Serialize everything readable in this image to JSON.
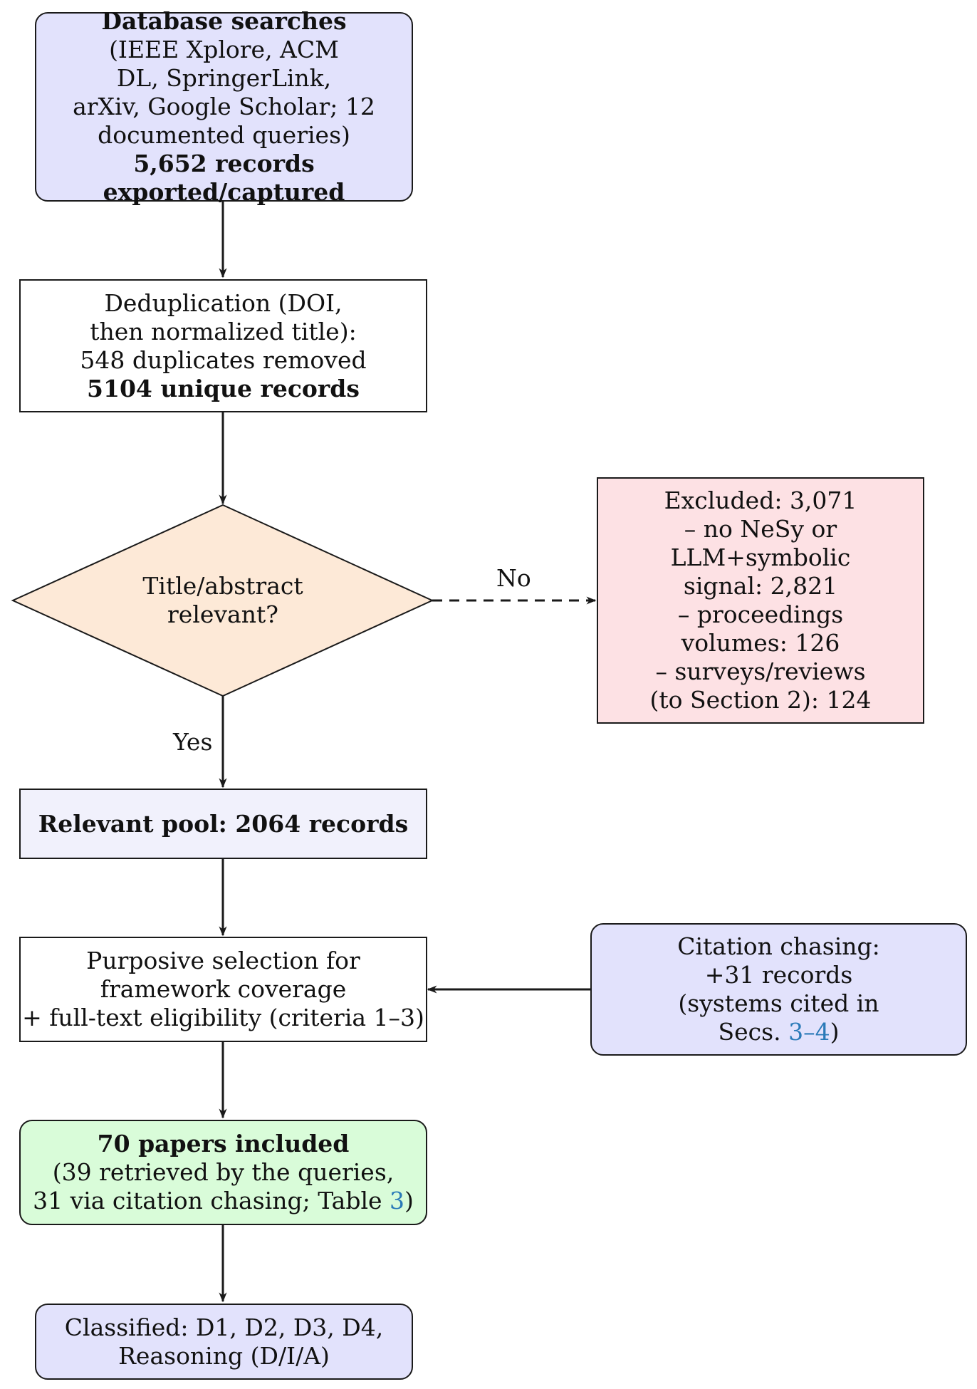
{
  "db_box": {
    "title": "Database searches",
    "lines": [
      "(IEEE Xplore, ACM",
      "DL, SpringerLink,",
      "arXiv, Google Scholar; 12",
      "documented queries)"
    ],
    "count": "5,652 records exported/captured"
  },
  "dedup_box": {
    "lines": [
      "Deduplication (DOI,",
      "then normalized title):",
      "548 duplicates removed"
    ],
    "count": "5104 unique records"
  },
  "decision": {
    "lines": [
      "Title/abstract",
      "relevant?"
    ],
    "yes_label": "Yes",
    "no_label": "No"
  },
  "excluded_box": {
    "lines": [
      "Excluded: 3,071",
      "– no NeSy or",
      "LLM+symbolic",
      "signal: 2,821",
      "– proceedings",
      "volumes: 126",
      "– surveys/reviews",
      "(to Section 2): 124"
    ]
  },
  "relevant_box": {
    "text": "Relevant pool: 2064 records"
  },
  "purposive_box": {
    "lines": [
      "Purposive selection for",
      "framework coverage",
      "+ full-text eligibility (criteria 1–3)"
    ]
  },
  "citation_box": {
    "lines": [
      "Citation chasing:",
      "+31 records",
      "(systems cited in"
    ],
    "secs_prefix": "Secs. ",
    "secs_from": "3",
    "secs_dash": "–",
    "secs_to": "4",
    "secs_suffix": ")"
  },
  "included_box": {
    "title": "70 papers included",
    "line1": "(39 retrieved by the queries,",
    "line2_prefix": "31 via citation chasing; Table ",
    "line2_ref": "3",
    "line2_suffix": ")"
  },
  "classified_box": {
    "lines": [
      "Classified: D1, D2, D3, D4,",
      "Reasoning (D/I/A)"
    ]
  },
  "colors": {
    "blue_fill": "#e2e2fc",
    "white_fill": "#ffffff",
    "orange_fill": "#fde9d7",
    "pink_fill": "#fde1e4",
    "lavender_fill": "#f1f1fc",
    "green_fill": "#d9fcd9",
    "link": "#2a7ab8"
  }
}
